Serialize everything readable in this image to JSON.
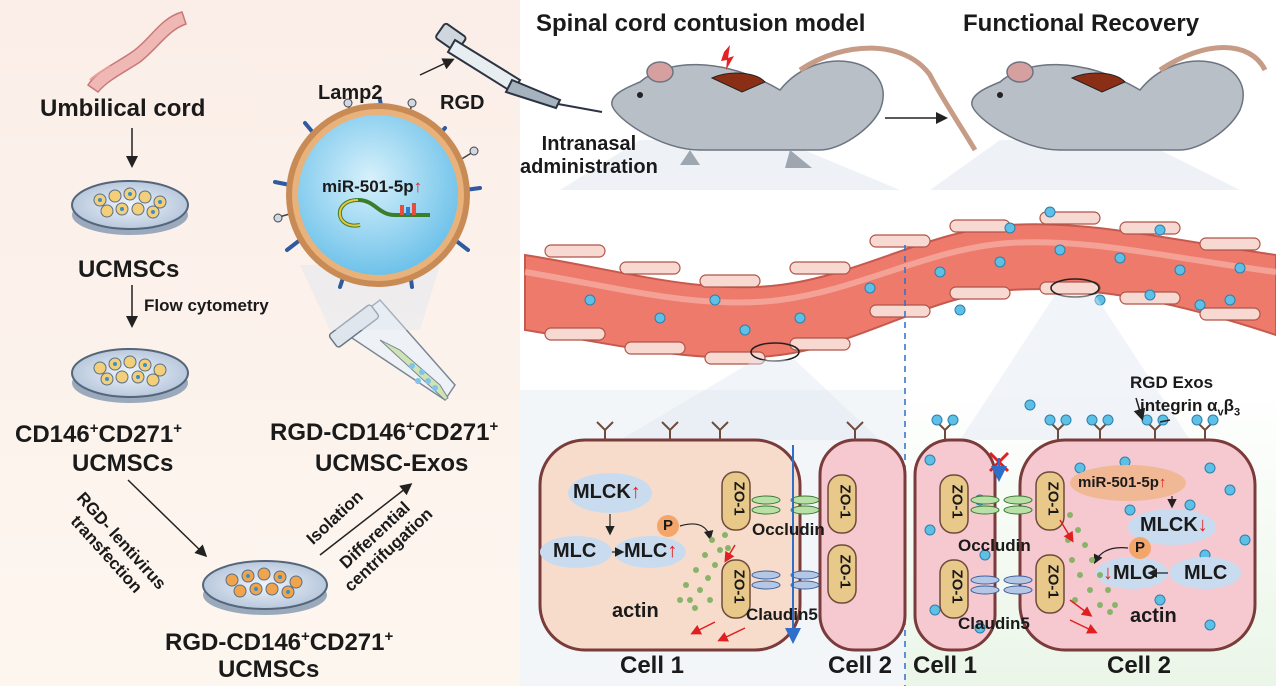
{
  "left_panel": {
    "umbilical_cord": "Umbilical cord",
    "ucmscs": "UCMSCs",
    "flow_cytometry": "Flow cytometry",
    "cd146_line1": "CD146",
    "cd146_sup1": "+",
    "cd146_mid": "CD271",
    "cd146_sup2": "+",
    "cd146_line2": "UCMSCs",
    "lentivirus_line1": "RGD- lentivirus",
    "lentivirus_line2": "transfection",
    "rgd_cells_line1_a": "RGD-CD146",
    "rgd_cells_sup1": "+",
    "rgd_cells_line1_b": "CD271",
    "rgd_cells_sup2": "+",
    "rgd_cells_line2": "UCMSCs",
    "isolation": "Isolation",
    "differential_line1": "Differential",
    "differential_line2": "centrifugation",
    "exos_line1_a": "RGD-CD146",
    "exos_sup1": "+",
    "exos_line1_b": "CD271",
    "exos_sup2": "+",
    "exos_line2": "UCMSC-Exos"
  },
  "exosome": {
    "lamp2": "Lamp2",
    "rgd": "RGD",
    "mirna": "miR-501-5p"
  },
  "top_right": {
    "model_title": "Spinal cord contusion model",
    "recovery_title": "Functional Recovery",
    "intranasal_line1": "Intranasal",
    "intranasal_line2": "administration"
  },
  "cells_left": {
    "mlck": "MLCK",
    "mlc_a": "MLC",
    "mlc_b": "MLC",
    "p": "P",
    "zo1": "ZO-1",
    "occludin": "Occludin",
    "claudin": "Claudin5",
    "actin": "actin",
    "cell1": "Cell 1",
    "cell2": "Cell 2"
  },
  "cells_right": {
    "rgd_exos": "RGD Exos",
    "integrin": "integrin α",
    "integrin_sub1": "v",
    "integrin_b": "β",
    "integrin_sub2": "3",
    "mirna": "miR-501-5p",
    "mlck": "MLCK",
    "mlc_a": "MLC",
    "mlc_b": "MLC",
    "p": "P",
    "zo1": "ZO-1",
    "occludin": "Occludin",
    "claudin": "Claudin5",
    "actin": "actin",
    "cell1": "Cell 1",
    "cell2": "Cell 2"
  },
  "colors": {
    "vessel": "#ee7a6c",
    "cell_left": "#f7dccb",
    "cell_right": "#f6c8d0",
    "zo1": "#e9c98a",
    "mlc_blob": "#c9dcef",
    "exosome_fill": "#8fd0ef",
    "arrow_red": "#e02020",
    "divider_blue": "#2f6ec9"
  }
}
